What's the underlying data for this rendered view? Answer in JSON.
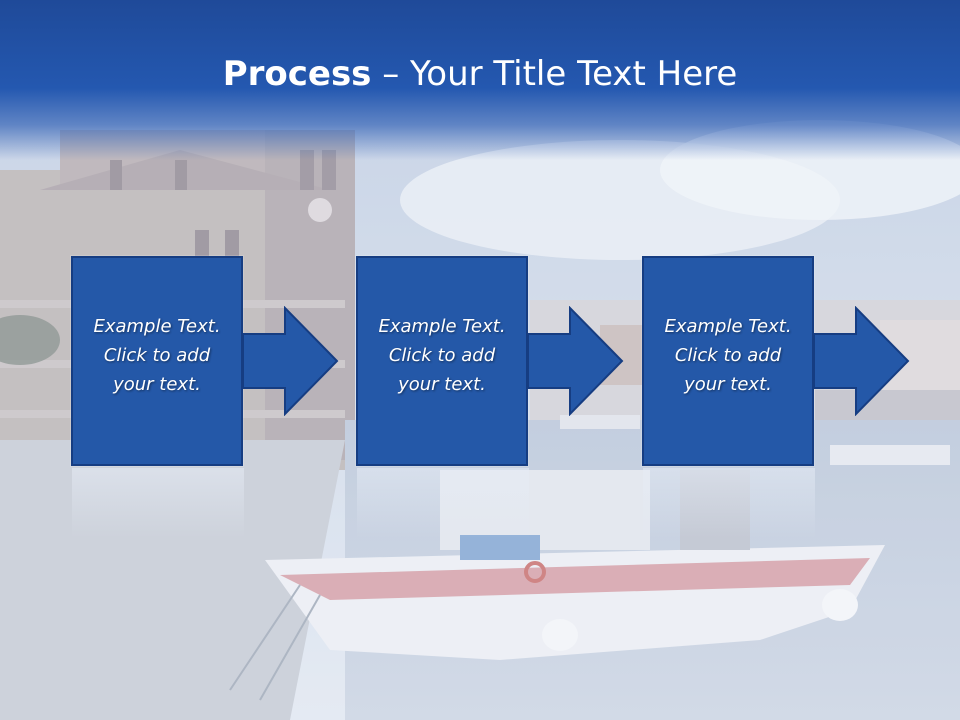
{
  "title": {
    "bold": "Process",
    "rest": " – Your Title Text Here"
  },
  "steps": [
    {
      "line1": "Example Text.",
      "line2": "Click  to add",
      "line3": "your text."
    },
    {
      "line1": "Example Text.",
      "line2": "Click  to add",
      "line3": "your text."
    },
    {
      "line1": "Example Text.",
      "line2": "Click  to add",
      "line3": "your text."
    }
  ],
  "colors": {
    "header": "#2458b0",
    "box": "#2458a8",
    "box_border": "#163d82",
    "text": "#ffffff"
  }
}
